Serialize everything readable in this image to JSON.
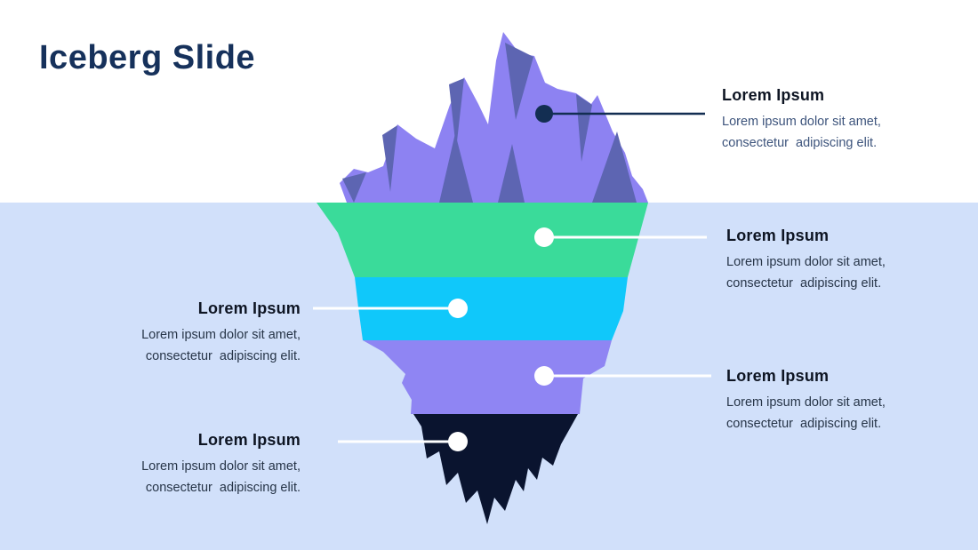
{
  "slide": {
    "title": "Iceberg Slide"
  },
  "colors": {
    "page_background": "#FFFFFF",
    "water_background": "#D1E0FA",
    "title_text": "#16315B",
    "heading_text": "#0E1523"
  },
  "iceberg": {
    "layers": [
      {
        "name": "tip-above-water",
        "color": "#8D82F2",
        "shadow_color": "#5D65B2"
      },
      {
        "name": "layer-1-below-water",
        "color": "#3ADB9A"
      },
      {
        "name": "layer-2-below-water",
        "color": "#10C8FA"
      },
      {
        "name": "layer-3-below-water",
        "color": "#8F85F3"
      },
      {
        "name": "layer-4-below-water",
        "color": "#0A142F"
      }
    ]
  },
  "callouts": [
    {
      "position": "top-right",
      "title": "Lorem Ipsum",
      "body_line1": "Lorem ipsum dolor sit amet,",
      "body_line2": "consectetur  adipiscing elit.",
      "body_color": "#3D547C",
      "connector_color": "#132E52",
      "dot_color": "#132E52"
    },
    {
      "position": "upper-right",
      "title": "Lorem Ipsum",
      "body_line1": "Lorem ipsum dolor sit amet,",
      "body_line2": "consectetur  adipiscing elit.",
      "body_color": "#273548",
      "connector_color": "#FFFFFF",
      "dot_color": "#FFFFFF"
    },
    {
      "position": "middle-left",
      "title": "Lorem Ipsum",
      "body_line1": "Lorem ipsum dolor sit amet,",
      "body_line2": "consectetur  adipiscing elit.",
      "body_color": "#273548",
      "connector_color": "#FFFFFF",
      "dot_color": "#FFFFFF"
    },
    {
      "position": "lower-right",
      "title": "Lorem Ipsum",
      "body_line1": "Lorem ipsum dolor sit amet,",
      "body_line2": "consectetur  adipiscing elit.",
      "body_color": "#273548",
      "connector_color": "#FFFFFF",
      "dot_color": "#FFFFFF"
    },
    {
      "position": "bottom-left",
      "title": "Lorem Ipsum",
      "body_line1": "Lorem ipsum dolor sit amet,",
      "body_line2": "consectetur  adipiscing elit.",
      "body_color": "#273548",
      "connector_color": "#FFFFFF",
      "dot_color": "#FFFFFF"
    }
  ]
}
